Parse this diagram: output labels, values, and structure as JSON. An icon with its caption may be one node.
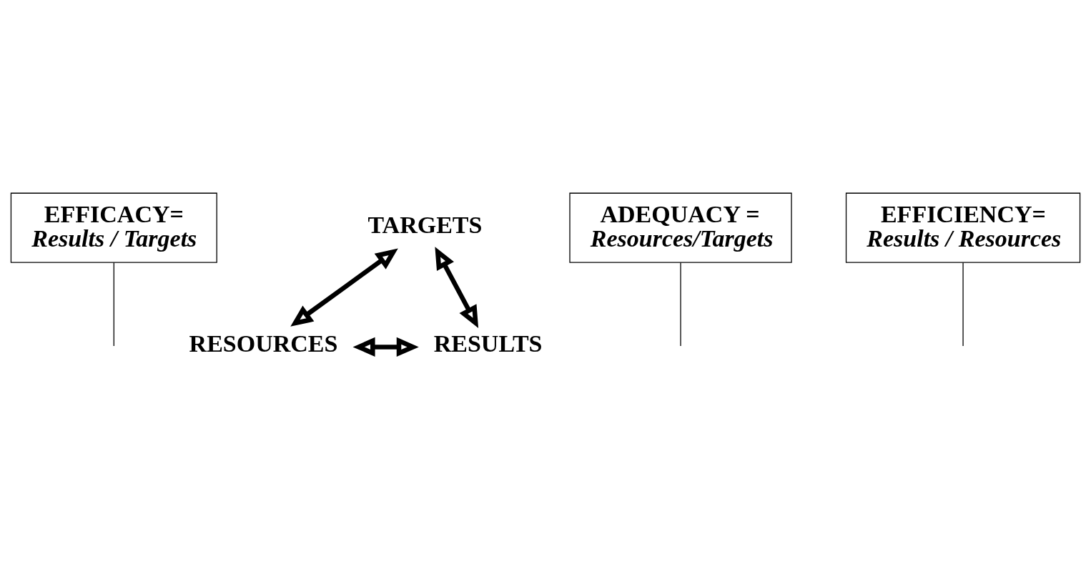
{
  "diagram": {
    "nodes": [
      {
        "text": [
          "EFFICACY=",
          "Results / Targets"
        ]
      },
      {
        "text": [
          "TARGETS"
        ]
      },
      {
        "text": [
          "ADEQUACY =",
          "Resources/Targets"
        ]
      },
      {
        "text": [
          "RESULTS"
        ]
      },
      {
        "text": [
          "RESOURCES"
        ]
      },
      {
        "text": [
          "EFFICIENCY=",
          "Results / Resources"
        ]
      }
    ],
    "edges": [
      {
        "from": 3,
        "to": 1,
        "arrow": "both",
        "style": "thick"
      },
      {
        "from": 1,
        "to": 4,
        "arrow": "both",
        "style": "thick"
      },
      {
        "from": 3,
        "to": 4,
        "arrow": "both",
        "style": "thick"
      },
      {
        "from": 0,
        "to": null,
        "arrow": "none"
      },
      {
        "from": 2,
        "to": null,
        "arrow": "none"
      },
      {
        "from": 5,
        "to": null,
        "arrow": "none"
      }
    ]
  }
}
